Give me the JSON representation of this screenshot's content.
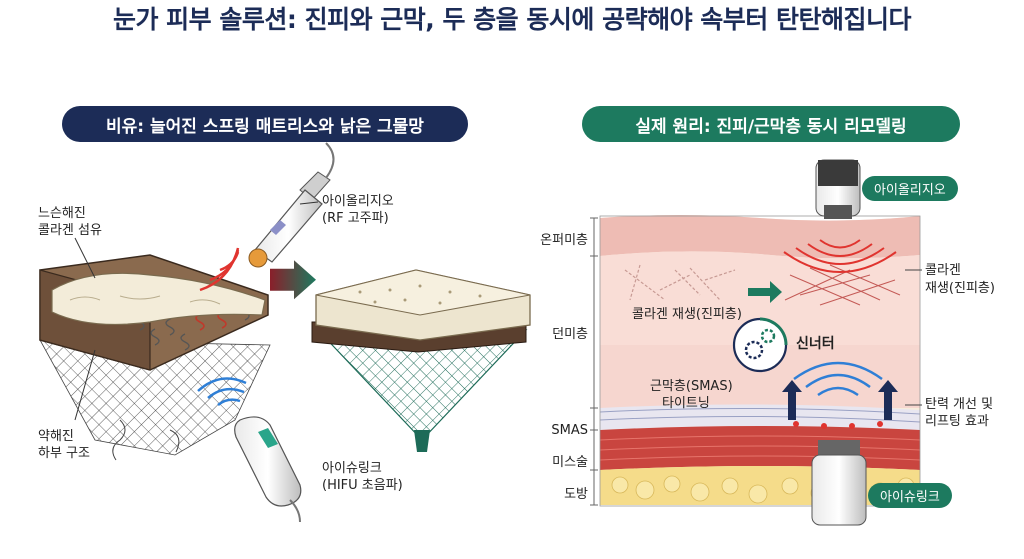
{
  "title": "눈가 피부 솔루션: 진피와 근막, 두 층을 동시에 공략해야 속부터 탄탄해집니다",
  "left_panel": {
    "heading": "비유: 늘어진 스프링 매트리스와 낡은 그물망",
    "collagen_label": [
      "느슨해진",
      "콜라겐 섬유"
    ],
    "weak_base_label": [
      "약해진",
      "하부 구조"
    ],
    "rf_device_label": [
      "아이올리지오",
      "(RF 고주파)"
    ],
    "hifu_device_label": [
      "아이슈링크",
      "(HIFU 초음파)"
    ]
  },
  "right_panel": {
    "heading": "실제 원리: 진피/근막층 동시 리모델링",
    "layers": [
      "온퍼미층",
      "던미층",
      "SMAS",
      "미스술",
      "도방"
    ],
    "top_device_tag": "아이올리지오",
    "bottom_device_tag": "아이슈링크",
    "collagen_regen_inner": "콜라겐 재생(진피층)",
    "collagen_regen_outer": [
      "콜라겐",
      "재생(진피층)"
    ],
    "synergy": "신너터",
    "smas_label": [
      "근막층(SMAS)",
      "타이트닝"
    ],
    "effect_label": [
      "탄력 개선 및",
      "리프팅 효과"
    ]
  },
  "colors": {
    "navy": "#1c2c57",
    "green": "#1d7a5f",
    "rf_red": "#e0342f",
    "hifu_blue": "#2f7fd6",
    "skin_pink": "#f3c6bf",
    "fat_yellow": "#f5dc8a"
  }
}
